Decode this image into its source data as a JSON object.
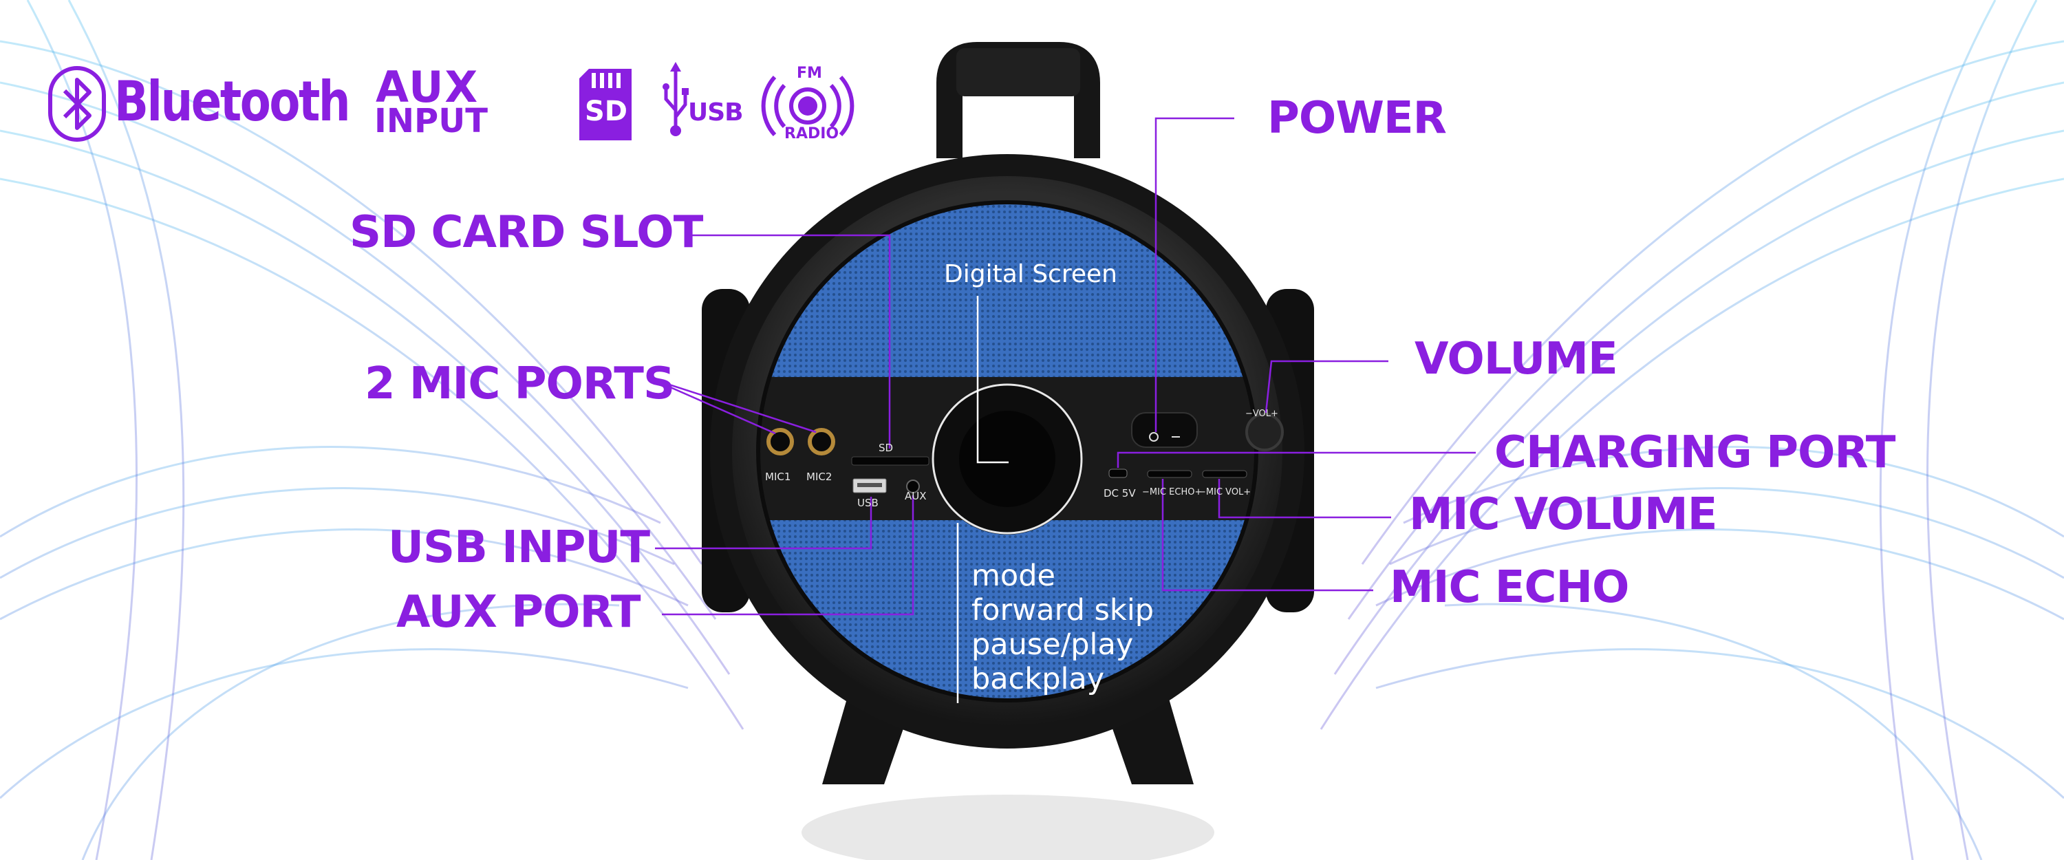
{
  "logos": {
    "bluetooth": "Bluetooth",
    "aux_line1": "AUX",
    "aux_line2": "INPUT",
    "sd": "SD",
    "usb": "USB",
    "fm_top": "FM",
    "fm_bottom": "RADIO"
  },
  "callouts": {
    "sd_card_slot": "SD CARD SLOT",
    "mic_ports": "2 MIC PORTS",
    "usb_input": "USB INPUT",
    "aux_port": "AUX PORT",
    "power": "POWER",
    "volume": "VOLUME",
    "charging_port": "CHARGING PORT",
    "mic_volume": "MIC VOLUME",
    "mic_echo": "MIC ECHO"
  },
  "speaker": {
    "screen_label": "Digital Screen",
    "controls": [
      "mode",
      "forward skip",
      "pause/play",
      "backplay"
    ],
    "ports": {
      "mic1": "MIC1",
      "mic2": "MIC2",
      "sd": "SD",
      "usb": "USB",
      "aux": "AUX",
      "dc": "DC 5V",
      "mic_echo": "−MIC ECHO+",
      "mic_vol": "−MIC VOL+",
      "vol": "−VOL+"
    }
  },
  "colors": {
    "accent": "#8a1fe0",
    "grille": "#3d73c4",
    "body": "#1b1b1b",
    "swirl": "#6fb8ef"
  }
}
